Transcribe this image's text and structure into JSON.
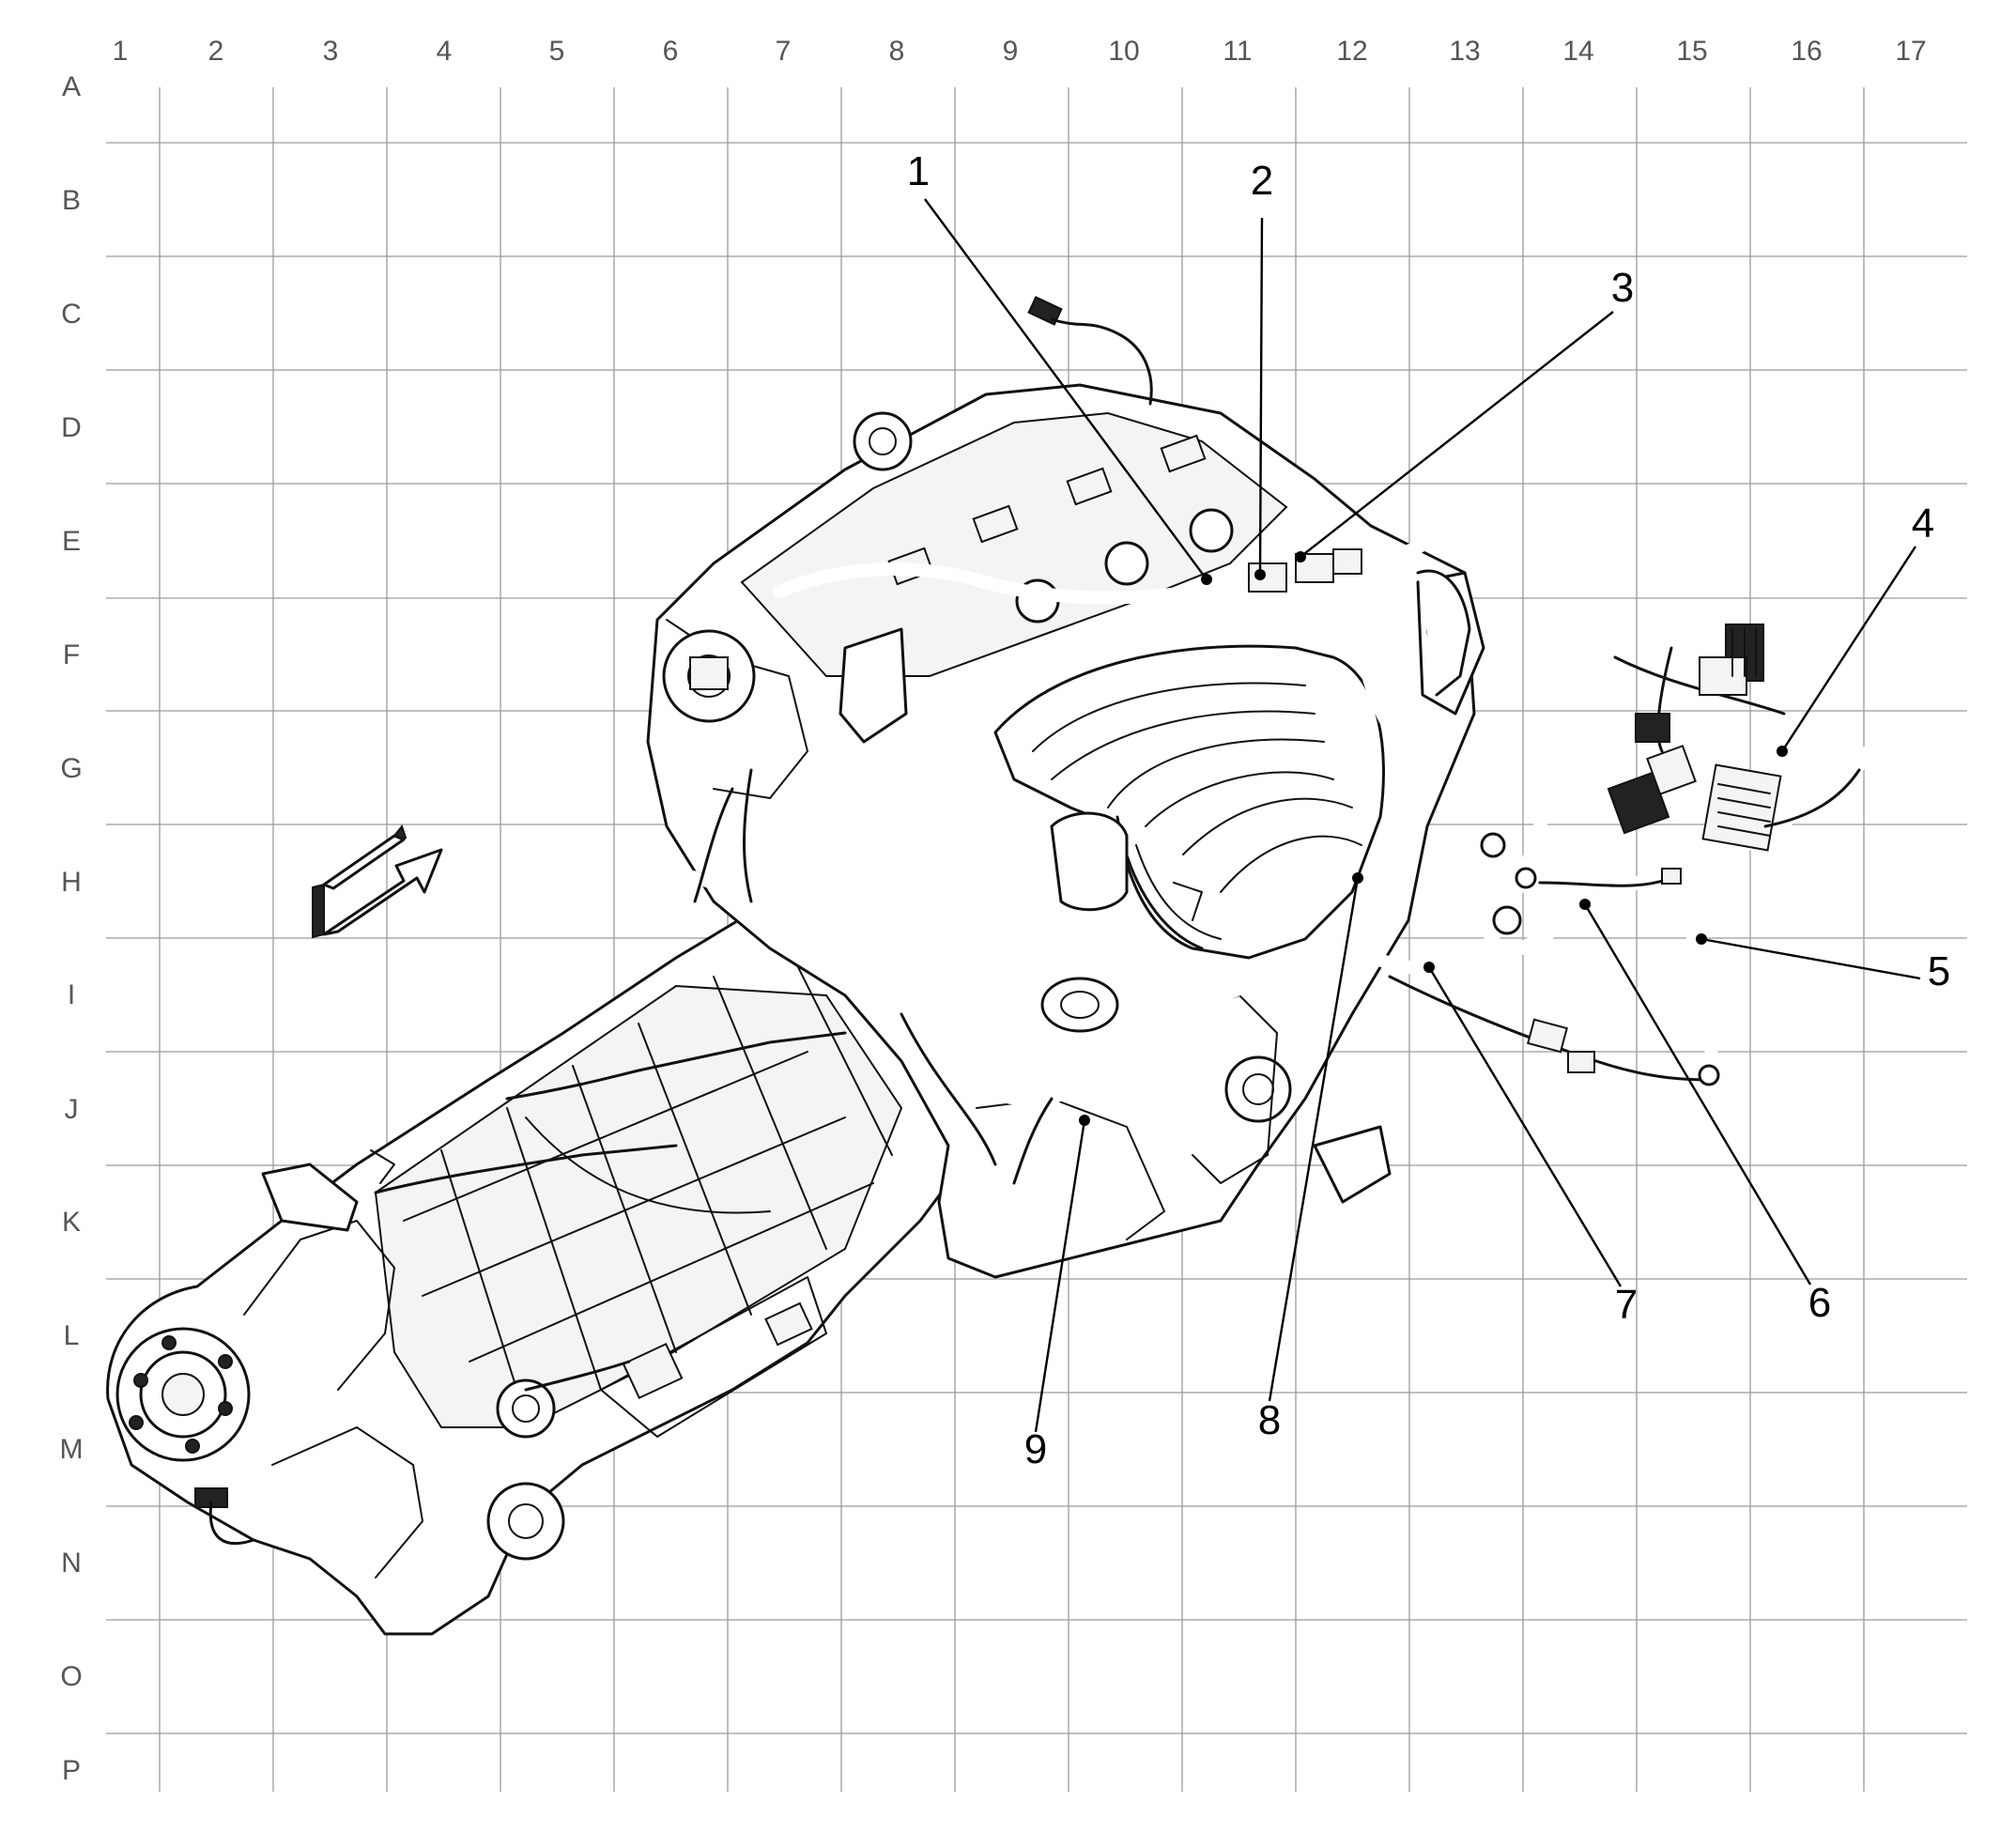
{
  "grid": {
    "columns": [
      "1",
      "2",
      "3",
      "4",
      "5",
      "6",
      "7",
      "8",
      "9",
      "10",
      "11",
      "12",
      "13",
      "14",
      "15",
      "16",
      "17"
    ],
    "rows": [
      "A",
      "B",
      "C",
      "D",
      "E",
      "F",
      "G",
      "H",
      "I",
      "J",
      "K",
      "L",
      "M",
      "N",
      "O",
      "P"
    ]
  },
  "callouts": [
    "1",
    "2",
    "3",
    "4",
    "5",
    "6",
    "7",
    "8",
    "9"
  ],
  "colors": {
    "grid": "#9a9a9a",
    "ink": "#111111",
    "labels": "#555555",
    "background": "#ffffff"
  },
  "icons": {
    "direction": "front-direction-arrow-icon"
  }
}
